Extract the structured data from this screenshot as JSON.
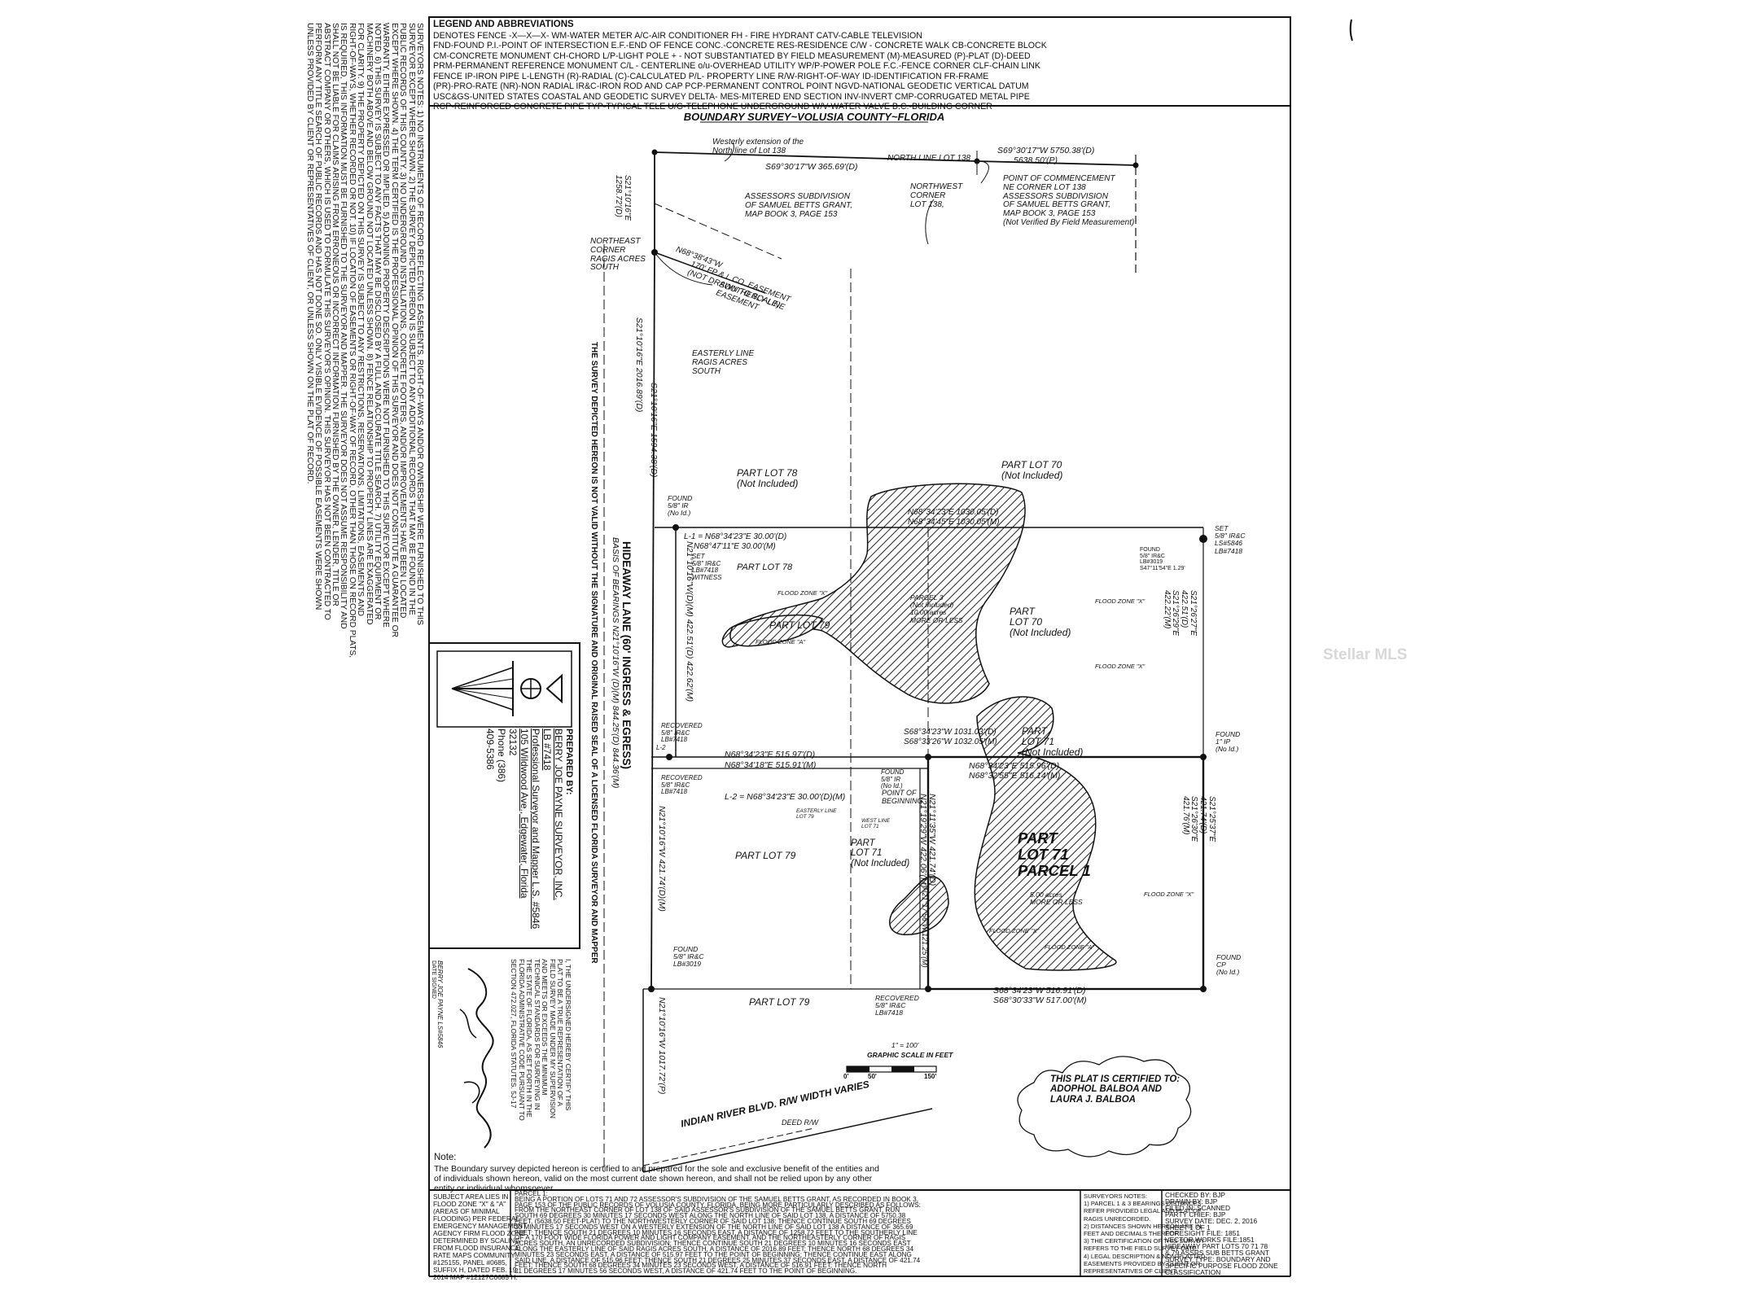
{
  "watermark": "Stellar MLS",
  "legend": {
    "title": "LEGEND AND ABBREVIATIONS",
    "lines": [
      "DENOTES FENCE -X—X—X-   WM-WATER METER   A/C-AIR CONDITIONER   FH - FIRE HYDRANT   CATV-CABLE TELEVISION",
      "FND-FOUND   P.I.-POINT OF INTERSECTION   E.F.-END OF FENCE   CONC.-CONCRETE   RES-RESIDENCE   C/W - CONCRETE WALK   CB-CONCRETE BLOCK",
      "CM-CONCRETE MONUMENT   CH-CHORD   L/P-LIGHT POLE   + - NOT SUBSTANTIATED BY FIELD MEASUREMENT   (M)-MEASURED (P)-PLAT (D)-DEED",
      "PRM-PERMANENT REFERENCE MONUMENT   C/L - CENTERLINE   o/u-OVERHEAD UTILITY   WP/P-POWER POLE   F.C.-FENCE CORNER   CLF-CHAIN LINK",
      "FENCE   IP-IRON PIPE   L-LENGTH   (R)-RADIAL   (C)-CALCULATED   P/L- PROPERTY LINE   R/W-RIGHT-OF-WAY   ID-IDENTIFICATION   FR-FRAME",
      "(PR)-PRO-RATE   (NR)-NON RADIAL   IR&C-IRON ROD AND CAP   PCP-PERMANENT CONTROL POINT   NGVD-NATIONAL GEODETIC VERTICAL DATUM",
      "USC&GS-UNITED STATES COASTAL AND GEODETIC SURVEY   DELTA-   MES-MITERED END SECTION   INV-INVERT   CMP-CORRUGATED METAL PIPE",
      "RCP-REINFORCED CONCRETE PIPE   TYP-TYPICAL   TELE U/G-TELEPHONE UNDERGROUND   W/V-WATER VALVE   B.C.-BUILDING CORNER"
    ]
  },
  "survey_title": "BOUNDARY SURVEY~VOLUSIA COUNTY~FLORIDA",
  "plat": {
    "westerly_ext": [
      "Westerly extension of the",
      "North line of Lot 138"
    ],
    "north_line": "NORTH LINE LOT 138",
    "brg_365": "S69°30'17\"W 365.69'(D)",
    "brg_5750": "S69°30'17\"W 5750.38'(D)",
    "dist_5638": "5638.50'(P)",
    "nw_corner": [
      "NORTHWEST",
      "CORNER",
      "LOT 138,"
    ],
    "poc": [
      "POINT OF COMMENCEMENT",
      "NE CORNER LOT 138",
      "ASSESSORS SUBDIVISION",
      "OF SAMUEL BETTS GRANT,",
      "MAP BOOK 3, PAGE 153",
      "(Not Verified By Field Measurement)"
    ],
    "assessors": [
      "ASSESSORS SUBDIVISION",
      "OF SAMUEL BETTS GRANT,",
      "MAP BOOK 3, PAGE 153"
    ],
    "brg_1258": [
      "S21°10'16\"E",
      "1258.72'(D)"
    ],
    "brg_n68": "N68°38'43\"W",
    "easement": [
      "170' FP & L CO. EASEMENT",
      "(NOT DRAWN TO SCALE)"
    ],
    "southerly_line": [
      "SOUTHERLY LINE",
      "EASEMENT"
    ],
    "ne_corner": [
      "NORTHEAST",
      "CORNER",
      "RAGIS ACRES",
      "SOUTH"
    ],
    "easterly_line": [
      "EASTERLY LINE",
      "RAGIS ACRES",
      "SOUTH"
    ],
    "brg_2016": "S21°10'16\"E 2016.89'(D)",
    "brg_1594": "S21°10'16\"E 1594.38'(D)",
    "part_lot_78": [
      "PART LOT 78",
      "(Not Included)"
    ],
    "part_lot_70": [
      "PART LOT 70",
      "(Not Included)"
    ],
    "found_58_ir": [
      "FOUND",
      "5/8\" IR",
      "(No Id.)"
    ],
    "brg_1030_d": "N68°34'23\"E 1030.05'(D)",
    "brg_1030_m": "N68°34'45\"E 1030.05'(M)",
    "set_58_ne": [
      "SET",
      "5/8\" IR&C",
      "LS#5846",
      "LB#7418"
    ],
    "l1_d": "L-1 = N68°34'23\"E 30.00'(D)",
    "l1_m": "N68°47'11\"E 30.00'(M)",
    "set_witness": [
      "SET",
      "5/8\" IR&C",
      "LB#7418",
      "WITNESS"
    ],
    "part_lot_78_b": "PART LOT 78",
    "found_lb3019": [
      "FOUND",
      "5/8\" IR&C",
      "LB#3019",
      "S47°11'54\"E 1.29'"
    ],
    "flood_x": "FLOOD ZONE \"X\"",
    "flood_a": "FLOOD ZONE \"A\"",
    "parcel3": [
      "PARCEL 3",
      "(Not Included)",
      "10.00 acres",
      "MORE OR LESS"
    ],
    "part_lot_70_b": [
      "PART",
      "LOT 70",
      "(Not Included)"
    ],
    "part_lot_79": "PART LOT 79",
    "brg_e_upper": [
      "S21°26'27\"E",
      "422.51'(D)",
      "S21°26'29\"E",
      "422.22'(M)"
    ],
    "hideaway": "HIDEAWAY LANE (60' INGRESS & EGRESS)",
    "basis": "BASIS OF BEARINGS N21°10'16\"W (D)(M) 844.25'(D) 844.36'(M)",
    "brg_w_upper": "N21°10'16\"W(D)(M) 422.51'(D) 422.62'(M)",
    "recovered_top": [
      "RECOVERED",
      "5/8\" IR&C",
      "LB#7418"
    ],
    "brg_1031_d": "S68°34'23\"W 1031.03'(D)",
    "brg_1032_m": "S68°33'26\"W 1032.05'(M)",
    "part_lot_71_ni": [
      "PART",
      "LOT 71",
      "(Not Included)"
    ],
    "found_ip": [
      "FOUND",
      "1\" IP",
      "(No Id.)"
    ],
    "l2_label": "L-2",
    "brg_515_d1": "N68°34'23\"E 515.97'(D)",
    "brg_515_m1": "N68°34'18\"E 515.91'(M)",
    "brg_515_d2": "N68°34'23\"E 515.96'(D)",
    "brg_515_m2": "N68°32'55\"E 516.14'(M)",
    "found_58_mid": [
      "FOUND",
      "5/8\" IR",
      "(No Id.)"
    ],
    "recovered_mid": [
      "RECOVERED",
      "5/8\" IR&C",
      "LB#7418"
    ],
    "l2_line": "L-2 = N68°34'23\"E 30.00'(D)(M)",
    "pob": [
      "POINT OF",
      "BEGINNING"
    ],
    "easterly_line79": [
      "EASTERLY LINE",
      "LOT 79"
    ],
    "west_line71": [
      "WEST LINE",
      "LOT 71"
    ],
    "part_lot_79_b": "PART LOT 79",
    "part_lot_71_b": [
      "PART",
      "LOT 71",
      "(Not Included)"
    ],
    "parcel1": [
      "PART",
      "LOT 71",
      "PARCEL 1"
    ],
    "parcel1_acres": [
      "5.00 acres",
      "MORE OR LESS"
    ],
    "brg_421_w": "N21°10'16\"W 421.74'(D)(M)",
    "brg_421_c": [
      "N21°11'35\"W 421.74'(D)",
      "N21°19'29\"W 422.06'(M)"
    ],
    "brg_e_lower": [
      "S21°25'37\"E",
      "421.74'(D)",
      "S21°26'30\"E",
      "421.76'(M)"
    ],
    "brg_121": "N21°17'56\"W 121.25'(M)",
    "found_lb3019_b": [
      "FOUND",
      "5/8\" IR&C",
      "LB#3019"
    ],
    "found_cp": [
      "FOUND",
      "CP",
      "(No Id.)"
    ],
    "brg_516_d": "S68°34'23\"W 516.91'(D)",
    "brg_517_m": "S68°30'33\"W 517.00'(M)",
    "part_lot_79_c": "PART LOT 79",
    "recovered_bot": [
      "RECOVERED",
      "5/8\" IR&C",
      "LB#7418"
    ],
    "brg_1017": "N21°10'16\"W 1017.72'(P)",
    "scale_title": "1\" = 100'",
    "scale_caption": "GRAPHIC SCALE IN FEET",
    "scale_ticks": [
      "0'",
      "50'",
      "150'"
    ],
    "deed_rw": "DEED R/W",
    "indian_river": "INDIAN RIVER BLVD. R/W WIDTH VARIES",
    "certified": [
      "THIS PLAT IS CERTIFIED TO:",
      "ADOPHOL BALBOA AND",
      "LAURA J. BALBOA"
    ]
  },
  "note": {
    "label": "Note:",
    "lines": [
      "The Boundary survey depicted hereon is certified to and prepared for the sole and exclusive benefit of the entities and",
      "of individuals shown hereon, valid on the most current date shown hereon, and shall not be relied upon by any other",
      "entity or individual whomsoever."
    ]
  },
  "surveyor_notes_side": [
    "SURVEYORS NOTES: 1) NO INSTRUMENTS OF RECORD REFLECTING EASEMENTS, RIGHT-OF-WAYS AND/OR OWNERSHIP WERE FURNISHED TO THIS",
    "SURVEYOR EXCEPT WHERE SHOWN. 2) THE SURVEY DEPICTED HEREON IS SUBJECT TO ANY ADDITIONAL RECORDS THAT MAY BE FOUND IN THE",
    "PUBLIC RECORDS OF THIS COUNTY. 3) NO UNDERGROUND INSTALLATIONS, CONCRETE FOOTERS, AND/OR IMPROVEMENTS HAVE BEEN LOCATED",
    "EXCEPT WHERE SHOWN. 4) THE TERM CERTIFIED IS THE PROFESSIONAL OPINION OF THIS SURVEYOR AND DOES NOT CONSTITUTE A GUARANTEE OR",
    "WARRANTY, EITHER EXPRESSED OR IMPLIED. 5) ADJOINING PROPERTY DESCRIPTIONS WERE NOT FURNISHED TO THIS SURVEYOR EXCEPT WHERE",
    "NOTED. 6) THIS SURVEY IS SUBJECT TO ANY FACTS THAT MAY BE DISCLOSED BY A FULL AND ACCURATE TITLE SEARCH. 7) UTILITY EQUIPMENT OR",
    "MACHINERY BOTH ABOVE AND BELOW GROUND NOT LOCATED UNLESS SHOWN. 8) FENCE RELATIONSHIP TO PROPERTY LINES ARE EXAGGERATED",
    "FOR CLARITY. 9) THE PROPERTY DEPICTED ON THIS SURVEY IS SUBJECT TO ANY RESTRICTIONS, RESERVATIONS, LIMITATIONS, EASEMENTS AND",
    "RIGHT-OF-WAYS, WHETHER RECORDED OR NOT. 10) IF LOCATION OF EASEMENTS OR RIGHT-OF-WAY OF RECORD, OTHER THAN THOSE ON RECORD PLATS,",
    "IS REQUIRED, THIS INFORMATION MUST BE FURNISHED TO THE SURVEYOR AND MAPPER. THE SURVEYOR DOES NOT ASSUME RESPONSIBILITY AND",
    "SHALL NOT BE LIABLE FOR CLAIMS ARISING FROM ERRONEOUS OR INCORRECT INFORMATION FURNISHED BY THE OWNER, LENDER, TITLE OR",
    "ABSTRACT COMPANY OR OTHERS, WHICH IS USED TO FORMULATE THIS SURVEYOR'S OPINION. THIS SURVEYOR HAS NOT BEEN CONTRACTED TO",
    "PERFORM ANY TITLE SEARCH OF PUBLIC RECORDS AND HAS NOT DONE SO. ONLY VISIBLE EVIDENCE OF POSSIBLE EASEMENTS WERE SHOWN",
    "UNLESS PROVIDED BY CLIENT OR REPRESENTATIVES OF CLIENT, OR UNLESS SHOWN ON THE PLAT OF RECORD."
  ],
  "validity_note": "THE SURVEY DEPICTED HEREON IS NOT VALID WITHOUT THE SIGNATURE AND ORIGINAL RAISED SEAL OF A LICENSED FLORIDA SURVEYOR AND MAPPER",
  "prepared_by": {
    "label": "PREPARED BY:",
    "firm": "BERRY JOE PAYNE SURVEYOR, INC.",
    "lb": "LB #7418",
    "title": "Professional Surveyor and Mapper L.S. #5846",
    "address": "105 Wildwood Ave., Edgewater, Florida",
    "zip": "32132",
    "phone1": "Phone (386)",
    "phone2": "409-5386"
  },
  "certification_side": [
    "I, THE UNDERSIGNED HEREBY CERTIFY THIS",
    "PLAT TO BE A TRUE REPRESENTATION OF A",
    "FIELD SURVEY MADE UNDER MY SUPERVISION",
    "AND MEETS OR EXCEEDS THE MINIMUM",
    "TECHNICAL STANDARDS FOR SURVEYING IN",
    "THE STATE OF FLORIDA, AS SET FORTH IN THE",
    "FLORIDA ADMINISTRATIVE CODE PURSUANT TO",
    "SECTION 472.027, FLORIDA STATUTES. 5J-17"
  ],
  "signer_name": "BERRY JOE PAYNE  LS#5846",
  "date_signed": "DATE SIGNED",
  "flood_box": [
    "SUBJECT AREA LIES IN",
    "FLOOD ZONE \"X\" & \"A\"",
    "(AREAS OF MINIMAL",
    "FLOODING) PER FEDERAL",
    "EMERGENCY MANAGEMENT",
    "AGENCY FIRM FLOOD ZONE",
    "DETERMINED BY SCALING",
    "FROM FLOOD INSURANCE",
    "RATE MAPS COMMUNITY",
    "#125155, PANEL #0685,",
    "SUFFIX H, DATED FEB. 19,",
    "2014 MAP #12127C0685 H."
  ],
  "parcel_desc": [
    "PARCEL 1:",
    "BEING A PORTION OF LOTS 71 AND 72 ASSESSOR'S SUBDIVISION OF THE SAMUEL BETTS GRANT, AS RECORDED IN BOOK 3,",
    "PAGE 153 OF THE PUBLIC RECORDS OF VOLUSIA COUNTY, FLORIDA, BEING MORE PARTICULARLY DESCRIBED AS FOLLOWS:",
    "FROM THE NORTHEAST CORNER OF LOT 138 OF SAID ASSESSOR'S SUBDIVISION OF THE SAMUEL BETTS GRANT, RUN",
    "SOUTH 69 DEGREES 30 MINUTES 17 SECONDS WEST ALONG THE NORTH LINE OF SAID LOT 138, A DISTANCE OF 5750.38",
    "FEET, (5638.50 FEET-PLAT) TO THE NORTHWESTERLY CORNER OF SAID LOT 138; THENCE CONTINUE SOUTH 69 DEGREES",
    "30 MINUTES 17 SECONDS WEST ON A WESTERLY EXTENSION OF THE NORTH LINE OF SAID LOT 138 A DISTANCE OF 365.69",
    "FEET; THENCE SOUTH 21 DEGREES 10 MINUTES 16 SECONDS EAST, A DISTANCE OF 1258.72 FEET TO THE SOUTHERLY LINE",
    "OF A 170 FOOT WIDE FLORIDA POWER AND LIGHT COMPANY EASEMENT, AND THE NORTHEASTERLY CORNER OF RAGIS",
    "ACRES SOUTH, AN UNRECORDED SUBDIVISION; THENCE CONTINUE SOUTH 21 DEGREES 10 MINUTES 16 SECONDS EAST",
    "ALONG THE EASTERLY LINE OF SAID RAGIS ACRES SOUTH, A DISTANCE OF 2016.89 FEET; THENCE NORTH 68 DEGREES 34",
    "MINUTES 23 SECONDS EAST, A DISTANCE OF 515.97 FEET TO THE POINT OF BEGINNING; THENCE CONTINUE EAST ALONG",
    "SAID LINE, A DISTANCE OF 515.96 FEET; THENCE SOUTH 21 DEGREES 25 MINUTES 37 SECONDS EAST, A DISTANCE OF 421.74",
    "FEET; THENCE SOUTH 68 DEGREES 34 MINUTES 23 SECONDS WEST, A DISTANCE OF 516.91 FEET; THENCE NORTH",
    "21 DEGREES 17 MINUTES 56 SECONDS WEST, A DISTANCE OF 421.74 FEET TO THE POINT OF BEGINNING."
  ],
  "surveyors_notes2": [
    "SURVEYORS NOTES:",
    "1) PARCEL 1 & 3 BEARINGS DISTANCES",
    "REFER PROVIDED LEGAL AND PLAT OF",
    "RAGIS UNRECORDED.",
    "2) DISTANCES SHOWN HEREON ARE IN",
    "FEET AND DECIMALS THEREOF.",
    "3) THE CERTIFICATION OF THIS SURVEY",
    "REFERS TO THE FIELD SURVEY DATE.",
    "4) LEGAL DESCRIPTION & NON-PLATTED",
    "EASEMENTS PROVIDED BY CLIENT OR",
    "REPRESENTATIVES OF CLIENT."
  ],
  "title_block": [
    "CHECKED BY: BJP",
    "DRAWN BY: BJP",
    "FILED IN: SCANNED",
    "PARTY CHIEF: BJP",
    "SURVEY DATE: DEC. 2, 2016",
    "SHEET 1 OF 1",
    "FORESIGHT FILE: 1851",
    "VECTOR WORKS FILE:1851",
    "HIDEAWAY PART LOTS 70 71 78",
    "& 79 ASSRS SUB BETTS GRANT",
    "SURVEY TYPE: BOUNDARY AND",
    "SPECIFIC PURPOSE FLOOD ZONE",
    "CLASSIFICATION"
  ],
  "colors": {
    "ink": "#111111",
    "paper": "#ffffff",
    "watermark": "#d8d8d8"
  },
  "icons": [
    "surveyor-tripod-logo",
    "north-arrow-icon",
    "signature"
  ]
}
